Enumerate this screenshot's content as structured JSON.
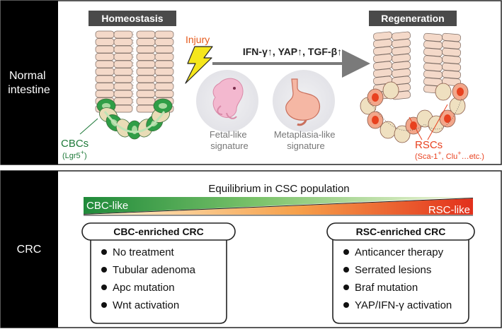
{
  "rows": {
    "top_label_line1": "Normal",
    "top_label_line2": "intestine",
    "bottom_label": "CRC"
  },
  "top": {
    "homeostasis_label": "Homeostasis",
    "regeneration_label": "Regeneration",
    "injury_label": "Injury",
    "signals_label": "IFN-γ↑, YAP↑, TGF-β↑",
    "cbc_label": "CBCs",
    "cbc_marker": "(Lgr5",
    "cbc_marker_sup": "+",
    "cbc_marker_end": ")",
    "fetal_line1": "Fetal-like",
    "fetal_line2": "signature",
    "metaplasia_line1": "Metaplasia-like",
    "metaplasia_line2": "signature",
    "rsc_label": "RSCs",
    "rsc_marker_a": "(Sca-1",
    "rsc_marker_a_sup": "+",
    "rsc_marker_b": ", Clu",
    "rsc_marker_b_sup": "+",
    "rsc_marker_end": "…etc.)"
  },
  "bottom": {
    "equilibrium_label": "Equilibrium in CSC population",
    "cbc_like_label": "CBC-like",
    "rsc_like_label": "RSC-like",
    "cbc_box": {
      "title": "CBC-enriched CRC",
      "items": [
        "No treatment",
        "Tubular adenoma",
        "Apc mutation",
        "Wnt activation"
      ]
    },
    "rsc_box": {
      "title": "RSC-enriched CRC",
      "items": [
        "Anticancer therapy",
        "Serrated lesions",
        "Braf mutation",
        "YAP/IFN-γ activation"
      ]
    }
  },
  "colors": {
    "label_bar": "#000000",
    "pill": "#4a4a4a",
    "cbc_green": "#2f9e47",
    "rsc_red": "#e8411f",
    "injury_orange": "#e55a1c",
    "lightning": "#f5e61c",
    "cell_fill": "#f4d9c9",
    "arrow_gray": "#7a7a7a"
  },
  "icons": [
    "lightning-icon",
    "embryo-icon",
    "stomach-icon",
    "crypt-illustration",
    "regenerating-crypt-illustration",
    "gradient-triangle"
  ]
}
